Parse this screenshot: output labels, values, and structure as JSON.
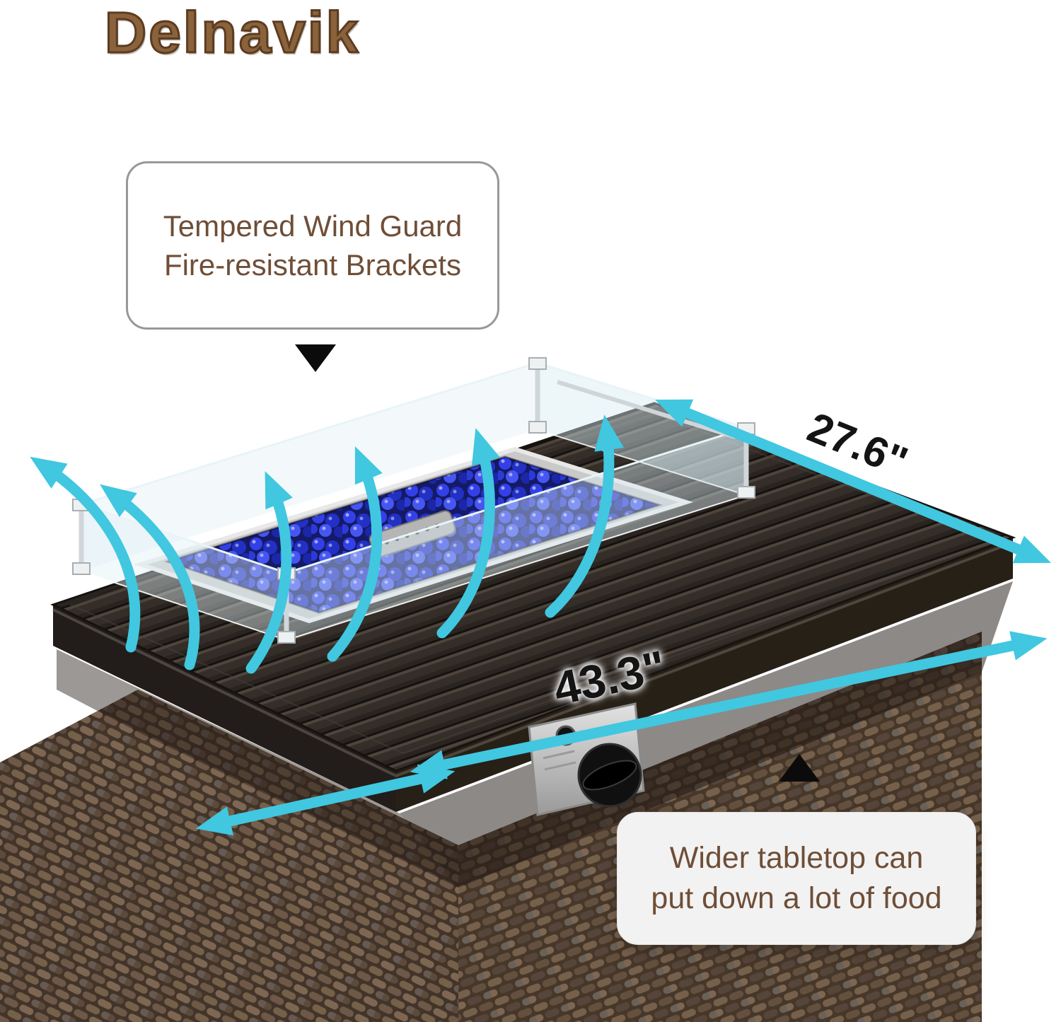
{
  "brand": "Delnavik",
  "callouts": {
    "wind_guard": {
      "line1": "Tempered Wind Guard",
      "line2": "Fire-resistant Brackets"
    },
    "tabletop": {
      "line1": "Wider tabletop can",
      "line2": "put down a lot of food"
    }
  },
  "dimensions": {
    "depth": "27.6\"",
    "width": "43.3\""
  },
  "colors": {
    "accent_cyan": "#41C7E0",
    "brand_brown": "#5d3c20",
    "brand_light": "#8a623c",
    "callout_brown": "#6F4E37",
    "tabletop_dark": "#332c27",
    "wicker_brown": "#5e4b3c",
    "fire_glass_blue": "#2634d8"
  }
}
